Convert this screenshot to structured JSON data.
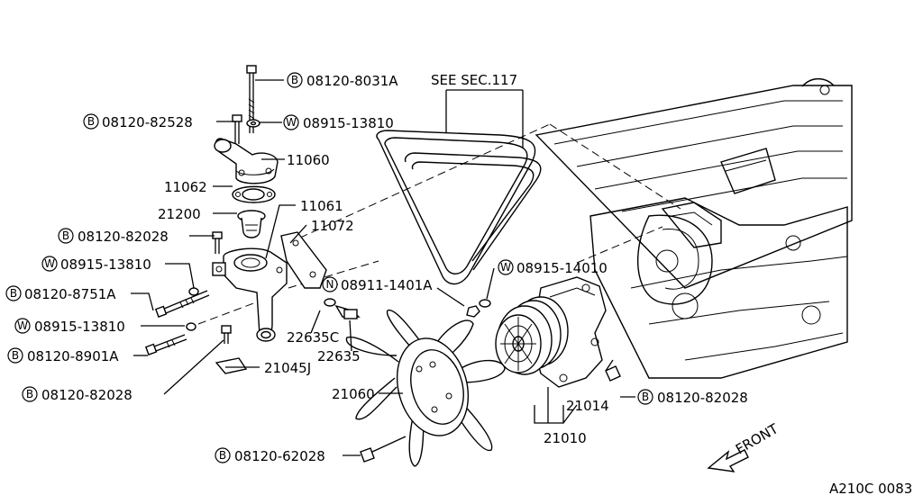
{
  "callouts": [
    {
      "prefix": "B",
      "code": "08120-8031A"
    },
    {
      "prefix": "B",
      "code": "08120-82528"
    },
    {
      "prefix": "W",
      "code": "08915-13810"
    },
    {
      "prefix": "",
      "code": "11060"
    },
    {
      "prefix": "",
      "code": "11062"
    },
    {
      "prefix": "",
      "code": "21200"
    },
    {
      "prefix": "",
      "code": "11061"
    },
    {
      "prefix": "",
      "code": "11072"
    },
    {
      "prefix": "B",
      "code": "08120-82028"
    },
    {
      "prefix": "W",
      "code": "08915-13810"
    },
    {
      "prefix": "B",
      "code": "08120-8751A"
    },
    {
      "prefix": "N",
      "code": "08911-1401A"
    },
    {
      "prefix": "W",
      "code": "08915-13810"
    },
    {
      "prefix": "",
      "code": "22635C"
    },
    {
      "prefix": "B",
      "code": "08120-8901A"
    },
    {
      "prefix": "",
      "code": "22635"
    },
    {
      "prefix": "",
      "code": "21045J"
    },
    {
      "prefix": "B",
      "code": "08120-82028"
    },
    {
      "prefix": "",
      "code": "21060"
    },
    {
      "prefix": "W",
      "code": "08915-14010"
    },
    {
      "prefix": "",
      "code": "21014"
    },
    {
      "prefix": "B",
      "code": "08120-82028"
    },
    {
      "prefix": "",
      "code": "21010"
    },
    {
      "prefix": "B",
      "code": "08120-62028"
    }
  ],
  "see_section": "SEE SEC.117",
  "front_label": "FRONT",
  "figure_code": "A210C 0083"
}
